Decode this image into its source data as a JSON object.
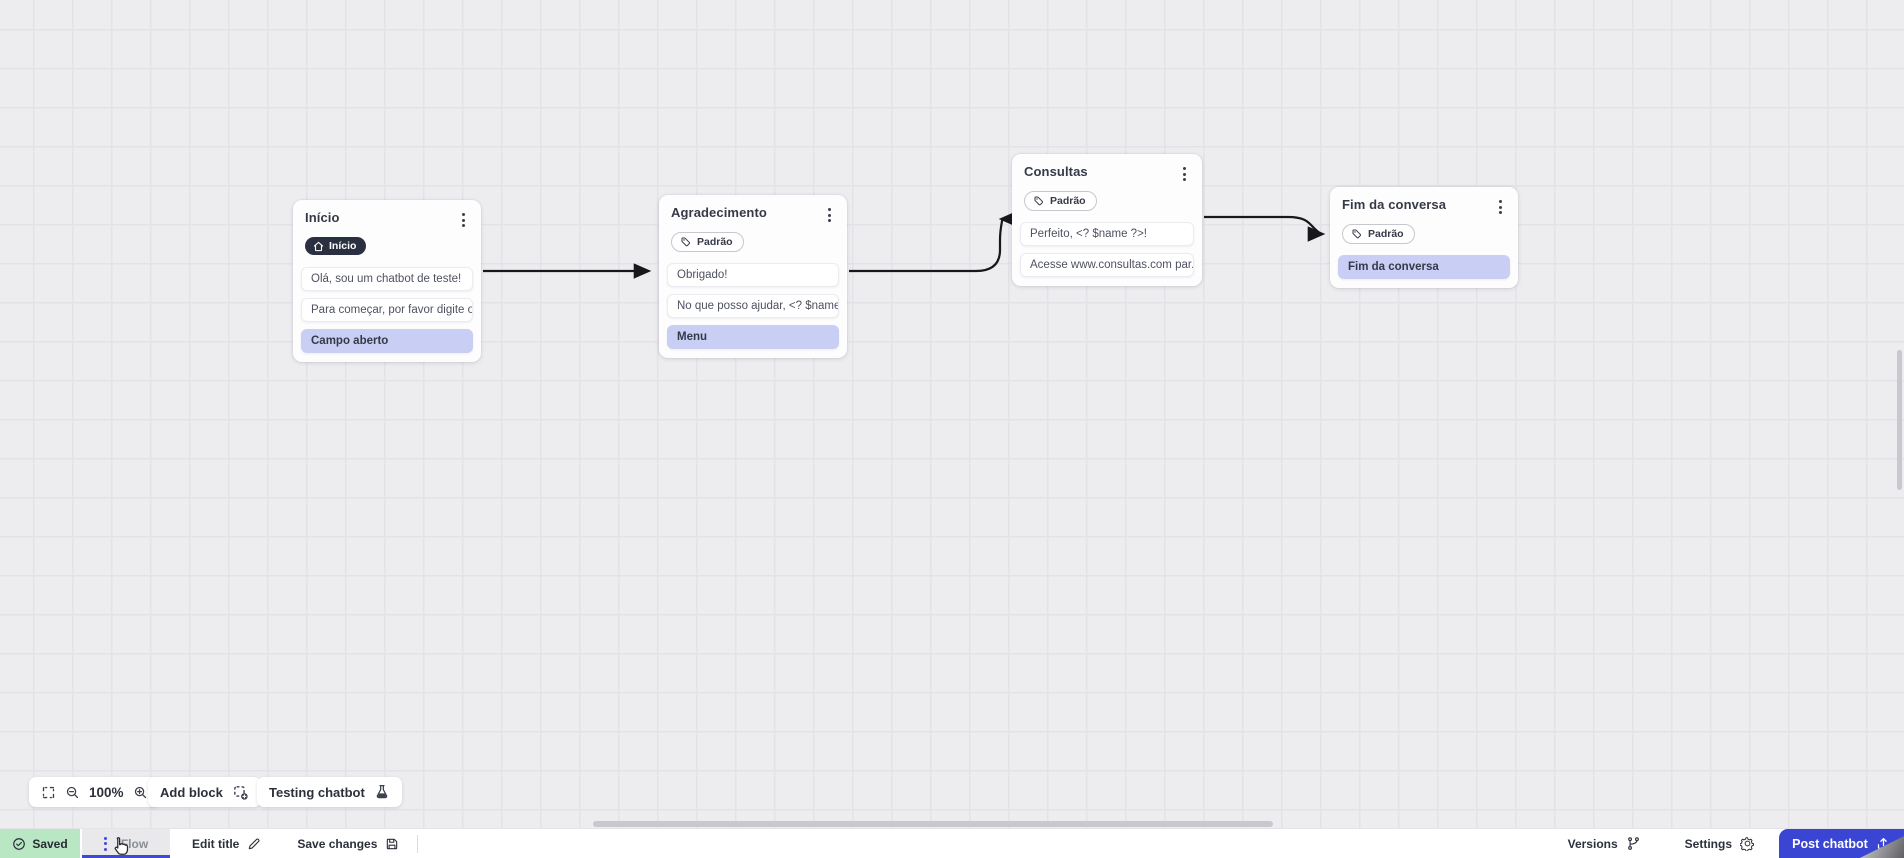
{
  "canvas": {
    "zoom_level": "100%",
    "bg_color": "#edecef",
    "grid_color": "#e3e2e7"
  },
  "colors": {
    "accent_blue": "#3a45d4",
    "saved_green": "#b9e6c3",
    "bubble_lavender": "#c9cef4",
    "badge_dark": "#2b3040",
    "wire_black": "#17171c"
  },
  "blocks": [
    {
      "title": "Início",
      "badge": "Início",
      "badge_type": "start",
      "messages": [
        "Olá, sou um chatbot de teste!",
        "Para começar, por favor digite o ...",
        "Campo aberto"
      ]
    },
    {
      "title": "Agradecimento",
      "badge": "Padrão",
      "badge_type": "default",
      "messages": [
        "Obrigado!",
        "No que posso ajudar, <? $name ...",
        "Menu"
      ]
    },
    {
      "title": "Consultas",
      "badge": "Padrão",
      "badge_type": "default",
      "messages": [
        "Perfeito, <? $name ?>!",
        "Acesse www.consultas.com par..."
      ]
    },
    {
      "title": "Fim da conversa",
      "badge": "Padrão",
      "badge_type": "default",
      "messages": [
        "Fim da conversa"
      ]
    }
  ],
  "toolbar": {
    "zoom_level": "100%",
    "add_block_label": "Add block",
    "testing_label": "Testing chatbot"
  },
  "bottombar": {
    "saved_label": "Saved",
    "flow_tab_label": "Flow",
    "edit_title_label": "Edit title",
    "save_changes_label": "Save changes",
    "versions_label": "Versions",
    "settings_label": "Settings",
    "post_button_label": "Post chatbot"
  }
}
